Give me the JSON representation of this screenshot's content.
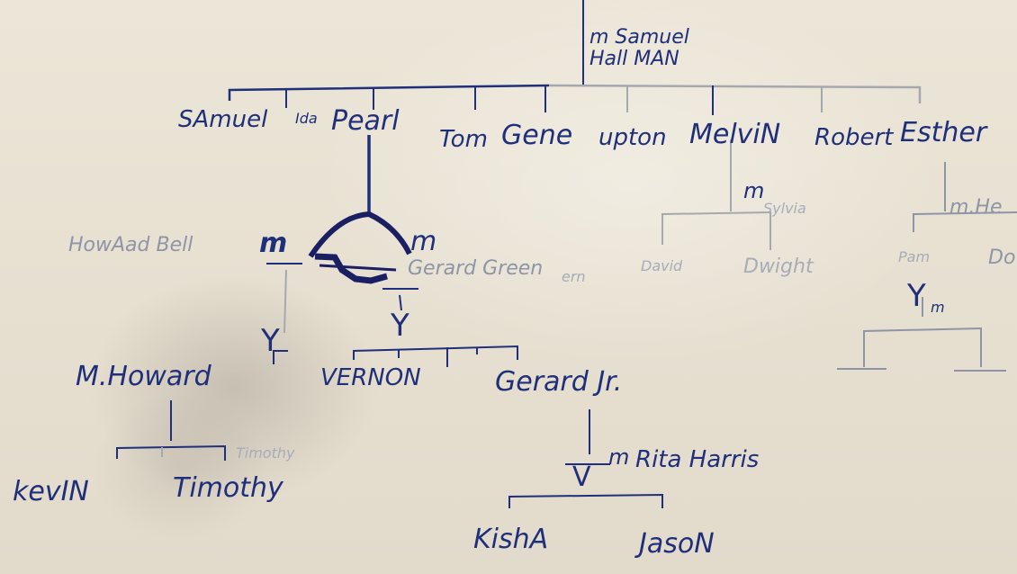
{
  "people": {
    "samuel_hallman": "m Samuel\nHall MAN",
    "samuel": "SAmuel",
    "ida": "Ida",
    "pearl": "Pearl",
    "tom": "Tom",
    "gene": "Gene",
    "upton": "upton",
    "melvin": "MelviN",
    "robert": "Robert",
    "esther": "Esther",
    "howard_bell": "HowAad Bell",
    "gerard_green": "Gerard Green",
    "ern_note": "ern",
    "sylvia": "Sylvia",
    "david": "David",
    "dwight": "Dwight",
    "esther_spouse": "m.He",
    "esther_child1": "Pam",
    "esther_child2": "Do",
    "m_howard": "M.Howard",
    "vernon": "VERNON",
    "gerard_jr": "Gerard Jr.",
    "rita_harris": "Rita Harris",
    "kevin": "kevIN",
    "timothy": "Timothy",
    "timothy_faint": "Timothy",
    "kisha": "KishA",
    "jason": "JasoN"
  },
  "marks": {
    "m": "m",
    "v": "V",
    "y": "Y",
    "ym": "m"
  },
  "colors": {
    "ink": "#1f2f7a",
    "ink_dark": "#1a1f63",
    "pencil": "#8f94a6",
    "paper": "#e7e0d2"
  }
}
